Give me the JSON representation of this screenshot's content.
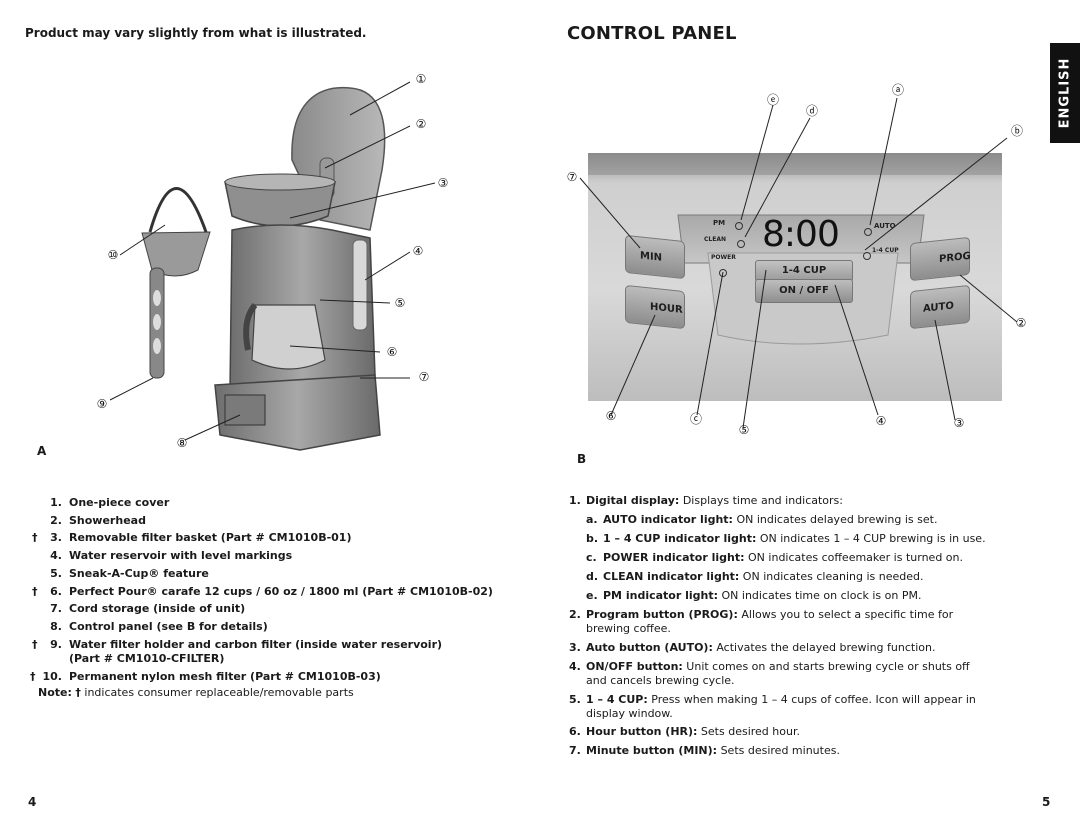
{
  "left_page": {
    "subtitle": "Product may vary slightly from what is illustrated.",
    "figure_label": "A",
    "callouts": [
      "①",
      "②",
      "③",
      "④",
      "⑤",
      "⑥",
      "⑦",
      "⑧",
      "⑨",
      "⑩"
    ],
    "parts": [
      {
        "dagger": "",
        "num": "1.",
        "text": "One-piece cover"
      },
      {
        "dagger": "",
        "num": "2.",
        "text": "Showerhead"
      },
      {
        "dagger": "†",
        "num": "3.",
        "text": "Removable filter basket (Part # CM1010B-01)"
      },
      {
        "dagger": "",
        "num": "4.",
        "text": "Water reservoir with level markings"
      },
      {
        "dagger": "",
        "num": "5.",
        "text": "Sneak-A-Cup® feature"
      },
      {
        "dagger": "†",
        "num": "6.",
        "text": "Perfect Pour® carafe 12 cups / 60 oz / 1800 ml (Part # CM1010B-02)"
      },
      {
        "dagger": "",
        "num": "7.",
        "text": "Cord storage (inside of unit)"
      },
      {
        "dagger": "",
        "num": "8.",
        "text": "Control panel (see B for details)"
      },
      {
        "dagger": "†",
        "num": "9.",
        "text": "Water filter holder and carbon filter (inside water reservoir)"
      },
      {
        "dagger": "",
        "num": "",
        "text": "(Part # CM1010-CFILTER)"
      },
      {
        "dagger": "†",
        "num": "10.",
        "text": "Permanent nylon mesh filter (Part # CM1010B-03)"
      }
    ],
    "note_label": "Note:",
    "note_dagger": "†",
    "note_text": "indicates consumer replaceable/removable parts",
    "page_number": "4"
  },
  "right_page": {
    "title": "CONTROL PANEL",
    "language_tab": "ENGLISH",
    "figure_label": "B",
    "panel": {
      "time": "8:00",
      "pm": "PM",
      "clean": "CLEAN",
      "power": "POWER",
      "auto_ind": "AUTO",
      "cup_ind": "1-4 CUP",
      "cup_button": "1-4 CUP",
      "onoff_button": "ON / OFF",
      "min_button": "MIN",
      "hour_button": "HOUR",
      "prog_button": "PROG",
      "auto_button": "AUTO"
    },
    "callouts": {
      "a": "ⓐ",
      "b": "ⓑ",
      "c": "ⓒ",
      "d": "ⓓ",
      "e": "ⓔ",
      "n2": "②",
      "n3": "③",
      "n4": "④",
      "n5": "⑤",
      "n6": "⑥",
      "n7": "⑦"
    },
    "items": [
      {
        "num": "1.",
        "label": "Digital display:",
        "desc": " Displays time and indicators:"
      },
      {
        "num": "a.",
        "label": "AUTO indicator light:",
        "desc": " ON indicates delayed brewing is set."
      },
      {
        "num": "b.",
        "label": "1 – 4 CUP indicator light:",
        "desc": " ON indicates 1 – 4 CUP brewing is in use."
      },
      {
        "num": "c.",
        "label": "POWER indicator light:",
        "desc": " ON indicates coffeemaker is turned on."
      },
      {
        "num": "d.",
        "label": "CLEAN indicator light:",
        "desc": " ON indicates cleaning is needed."
      },
      {
        "num": "e.",
        "label": "PM indicator light:",
        "desc": " ON indicates time on clock is on PM."
      },
      {
        "num": "2.",
        "label": "Program button (PROG):",
        "desc": " Allows you to select a specific time for brewing coffee."
      },
      {
        "num": "3.",
        "label": "Auto button (AUTO):",
        "desc": " Activates the delayed brewing function."
      },
      {
        "num": "4.",
        "label": "ON/OFF button:",
        "desc": " Unit comes on and starts brewing cycle or shuts off and cancels brewing cycle."
      },
      {
        "num": "5.",
        "label": "1 – 4 CUP:",
        "desc": " Press when making 1 – 4 cups of coffee. Icon will appear in display window."
      },
      {
        "num": "6.",
        "label": "Hour button (HR):",
        "desc": " Sets desired hour."
      },
      {
        "num": "7.",
        "label": "Minute button (MIN):",
        "desc": " Sets desired minutes."
      }
    ],
    "page_number": "5"
  },
  "colors": {
    "text": "#1a1a1a",
    "tab_bg": "#111111",
    "panel_light": "#d6d6d6",
    "panel_dark": "#8c8c8c",
    "display_bg": "#b9b9b9",
    "button_text": "#1e1e1e"
  }
}
